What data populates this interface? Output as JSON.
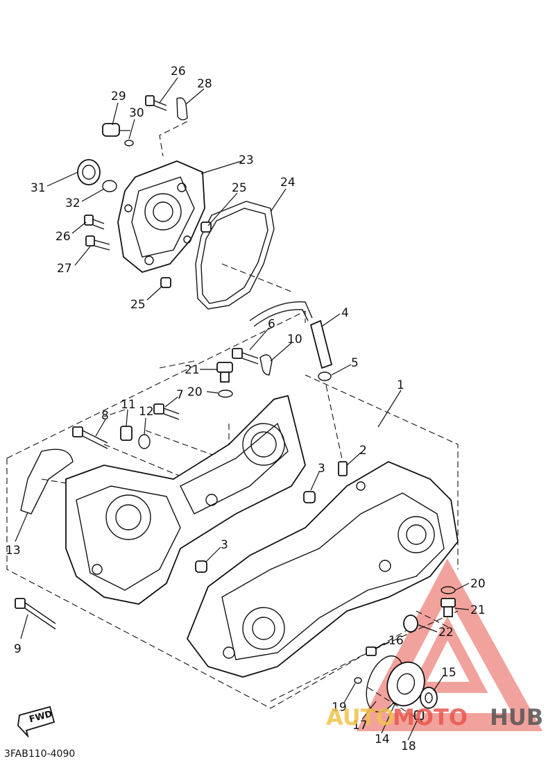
{
  "diagram": {
    "callouts": [
      {
        "id": "p1",
        "text": "1"
      },
      {
        "id": "p2",
        "text": "2"
      },
      {
        "id": "p3a",
        "text": "3"
      },
      {
        "id": "p3b",
        "text": "3"
      },
      {
        "id": "p4",
        "text": "4"
      },
      {
        "id": "p5",
        "text": "5"
      },
      {
        "id": "p6",
        "text": "6"
      },
      {
        "id": "p7",
        "text": "7"
      },
      {
        "id": "p8",
        "text": "8"
      },
      {
        "id": "p9",
        "text": "9"
      },
      {
        "id": "p10",
        "text": "10"
      },
      {
        "id": "p11",
        "text": "11"
      },
      {
        "id": "p12",
        "text": "12"
      },
      {
        "id": "p13",
        "text": "13"
      },
      {
        "id": "p14",
        "text": "14"
      },
      {
        "id": "p15",
        "text": "15"
      },
      {
        "id": "p16",
        "text": "16"
      },
      {
        "id": "p17",
        "text": "17"
      },
      {
        "id": "p18",
        "text": "18"
      },
      {
        "id": "p19",
        "text": "19"
      },
      {
        "id": "p20a",
        "text": "20"
      },
      {
        "id": "p20b",
        "text": "20"
      },
      {
        "id": "p21a",
        "text": "21"
      },
      {
        "id": "p21b",
        "text": "21"
      },
      {
        "id": "p22",
        "text": "22"
      },
      {
        "id": "p23",
        "text": "23"
      },
      {
        "id": "p24",
        "text": "24"
      },
      {
        "id": "p25a",
        "text": "25"
      },
      {
        "id": "p25b",
        "text": "25"
      },
      {
        "id": "p26a",
        "text": "26"
      },
      {
        "id": "p26b",
        "text": "26"
      },
      {
        "id": "p27",
        "text": "27"
      },
      {
        "id": "p28",
        "text": "28"
      },
      {
        "id": "p29",
        "text": "29"
      },
      {
        "id": "p30",
        "text": "30"
      },
      {
        "id": "p31",
        "text": "31"
      },
      {
        "id": "p32",
        "text": "32"
      }
    ],
    "direction_badge": "FWD",
    "figure_code": "3FAB110-4090"
  },
  "watermark": {
    "part_a": "AUTO",
    "part_b": "MOTO",
    "part_c": "HUB",
    "colors": {
      "yellow": "#f2c24a",
      "red": "#e8574c",
      "gray": "#555555"
    }
  }
}
